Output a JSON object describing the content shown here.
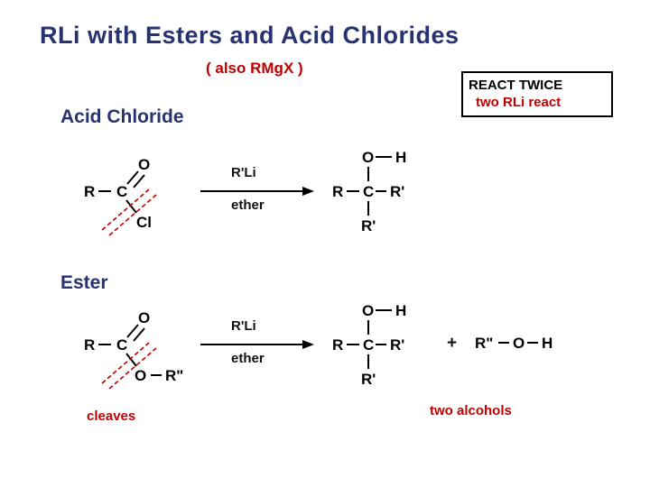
{
  "slide": {
    "title": "RLi with Esters and Acid Chlorides",
    "subtitle": "( also RMgX )",
    "callout": {
      "line1": "REACT TWICE",
      "line2": "two RLi react"
    },
    "section1_heading": "Acid Chloride",
    "section2_heading": "Ester",
    "reaction1": {
      "reagent": "R'Li",
      "solvent": "ether"
    },
    "reaction2": {
      "reagent": "R'Li",
      "solvent": "ether",
      "plus": "+"
    },
    "footnote_left": "cleaves",
    "footnote_right": "two alcohols"
  },
  "structures": {
    "acid_chloride": {
      "r": "R",
      "c": "C",
      "o": "O",
      "cl": "Cl"
    },
    "ester": {
      "r": "R",
      "c": "C",
      "o": "O",
      "o2": "O",
      "r2": "R\""
    },
    "product": {
      "o": "O",
      "h": "H",
      "r": "R",
      "c": "C",
      "r1": "R'",
      "r2": "R'"
    },
    "alcohol": {
      "r": "R\"",
      "o": "O",
      "h": "H"
    }
  },
  "colors": {
    "navy": "#283271",
    "red": "#c00000"
  }
}
